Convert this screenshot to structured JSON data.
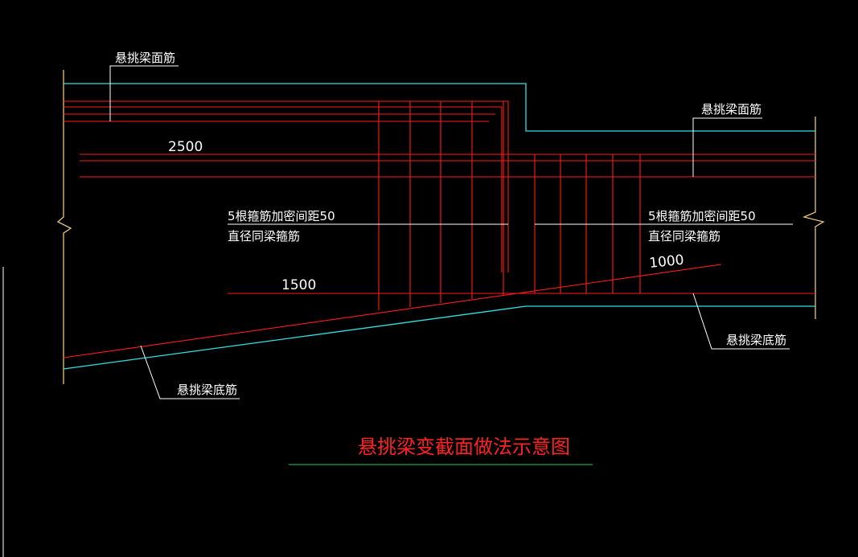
{
  "colors": {
    "background": "#000000",
    "rebar": "#ff1a1a",
    "outline": "#33e0e0",
    "leader": "#ffffff",
    "break": "#e8c57a",
    "title": "#ff2222",
    "title_underline": "#22cc66"
  },
  "labels": {
    "top_left": "悬挑梁面筋",
    "top_right": "悬挑梁面筋",
    "bottom_left": "悬挑梁底筋",
    "bottom_right": "悬挑梁底筋",
    "stirrup_left_line1": "5根箍筋加密间距50",
    "stirrup_left_line2": "直径同梁箍筋",
    "stirrup_right_line1": "5根箍筋加密间距50",
    "stirrup_right_line2": "直径同梁箍筋"
  },
  "dimensions": {
    "d2500": "2500",
    "d1500": "1500",
    "d1000": "1000"
  },
  "title": "悬挑梁变截面做法示意图"
}
